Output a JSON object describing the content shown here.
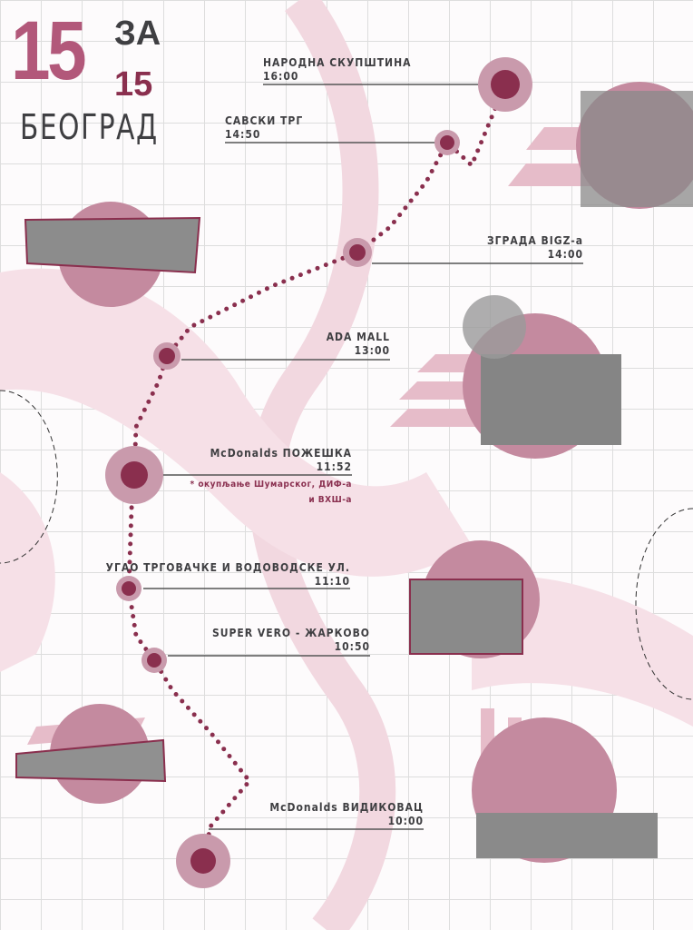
{
  "title": {
    "number": "15",
    "za": "ЗА",
    "number2": "15",
    "city": "БЕОГРАД"
  },
  "colors": {
    "accent": "#8a2f4e",
    "accent_light": "#c99aac",
    "text": "#3f3f42",
    "map": "#f0d5de"
  },
  "stops": [
    {
      "name": "НАРОДНА СКУПШТИНА",
      "time": "16:00"
    },
    {
      "name": "САВСКИ ТРГ",
      "time": "14:50"
    },
    {
      "name": "ЗГРАДА BIGZ-а",
      "time": "14:00"
    },
    {
      "name": "ADA MALL",
      "time": "13:00"
    },
    {
      "name": "McDonalds ПОЖЕШКА",
      "time": "11:52",
      "note1": "* окупљање Шумарског, ДИФ-а",
      "note2": "и ВХШ-а"
    },
    {
      "name": "УГАО ТРГОВАЧКЕ И ВОДОВОДСКЕ УЛ.",
      "time": "11:10"
    },
    {
      "name": "SUPER VERO - ЖАРКОВО",
      "time": "10:50"
    },
    {
      "name": "McDonalds ВИДИКОВАЦ",
      "time": "10:00"
    }
  ]
}
